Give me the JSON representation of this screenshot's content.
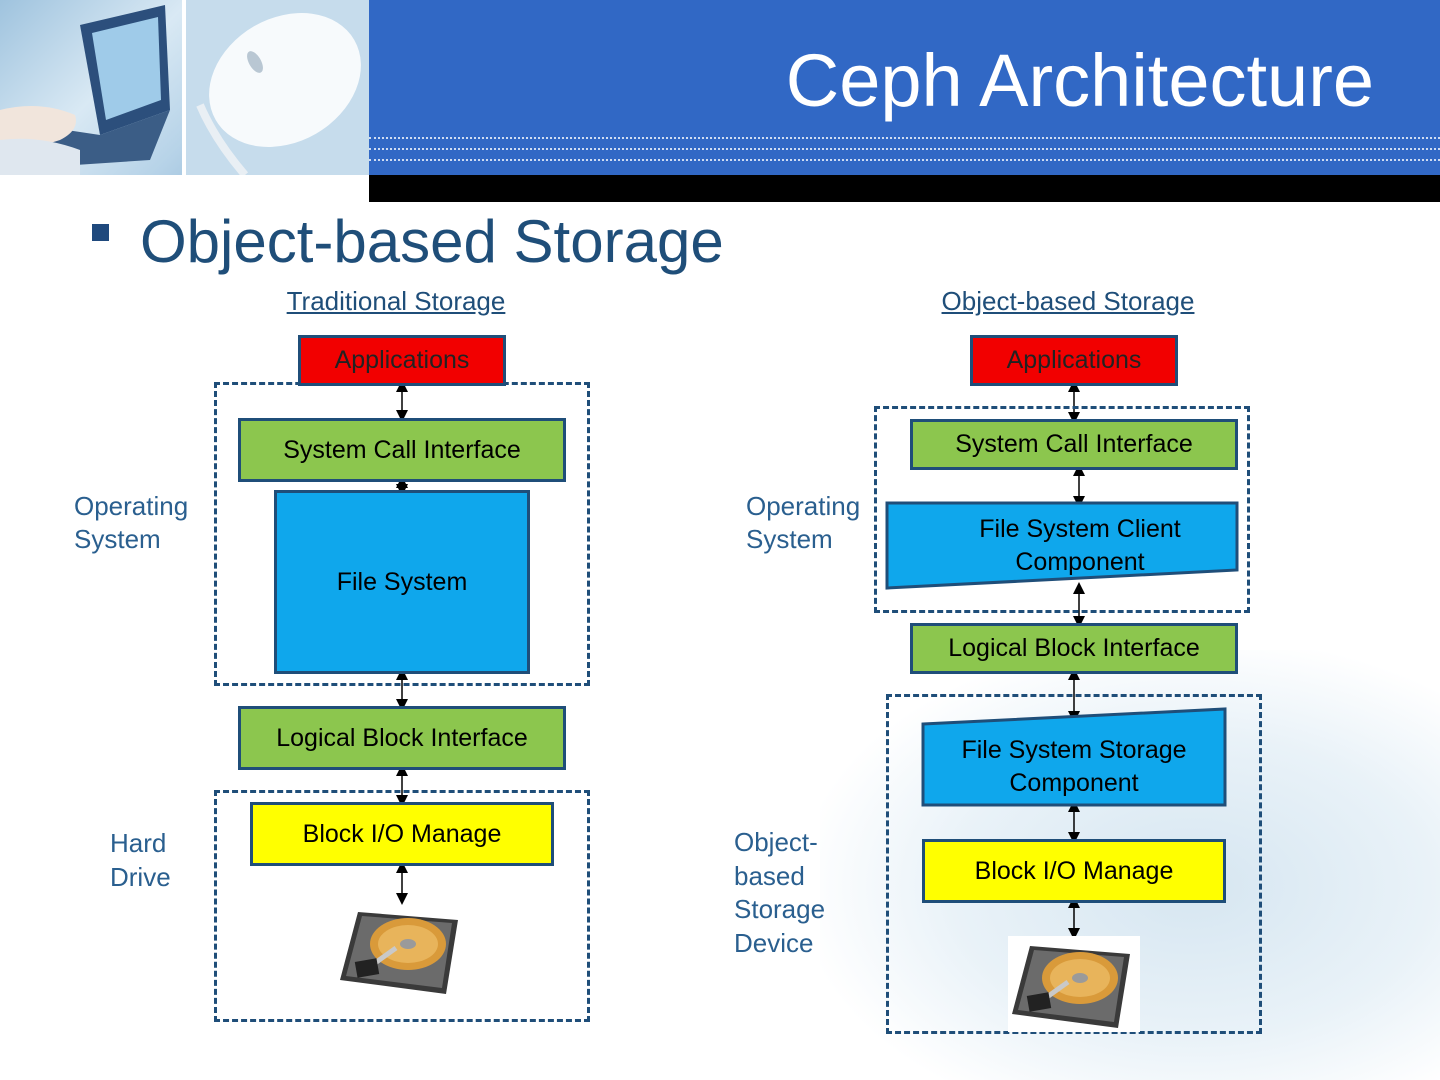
{
  "header": {
    "title": "Ceph Architecture"
  },
  "slide": {
    "bullet": "Object-based Storage"
  },
  "traditional": {
    "heading": "Traditional Storage",
    "applications": "Applications",
    "system_call": "System Call Interface",
    "file_system": "File System",
    "logical_block": "Logical Block Interface",
    "block_io": "Block I/O Manage",
    "label_os": [
      "Operating",
      "System"
    ],
    "label_hd": [
      "Hard",
      "Drive"
    ]
  },
  "object_based": {
    "heading": "Object-based Storage",
    "applications": "Applications",
    "system_call": "System Call Interface",
    "fs_client": [
      "File System Client",
      "Component"
    ],
    "logical_block": "Logical Block Interface",
    "fs_storage": [
      "File System Storage",
      "Component"
    ],
    "block_io": "Block I/O Manage",
    "label_os": [
      "Operating",
      "System"
    ],
    "label_osd": [
      "Object-",
      "based",
      "Storage",
      "Device"
    ]
  },
  "icons": {
    "disk": "hard-disk-icon",
    "photo": "laptop-mouse-photo"
  },
  "colors": {
    "header_blue": "#3168c5",
    "text_blue": "#1f4e79",
    "red": "#f20000",
    "green": "#8cc64e",
    "cyan": "#0fa7ec",
    "yellow": "#ffff00"
  }
}
